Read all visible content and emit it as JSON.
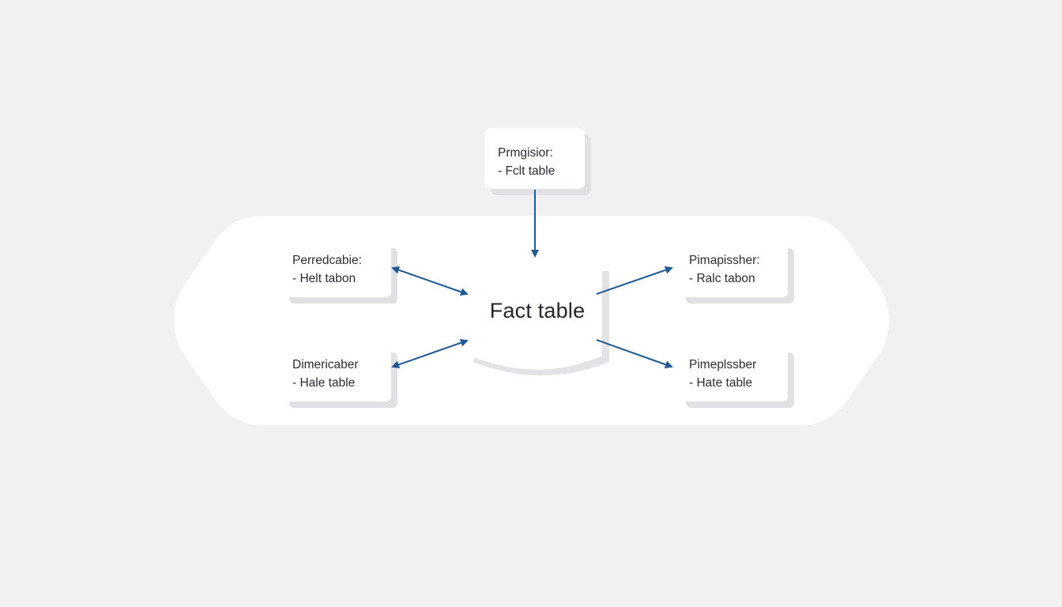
{
  "diagram": {
    "center": {
      "label": "Fact table"
    },
    "nodes": {
      "top": {
        "title": "Prmgisior:",
        "item": "- Fclt table"
      },
      "top_left": {
        "title": "Perredcabie:",
        "item": "- Helt tabon"
      },
      "bottom_left": {
        "title": "Dimericaber",
        "item": "- Hale table"
      },
      "top_right": {
        "title": "Pimapissher:",
        "item": "- Ralc tabon"
      },
      "bottom_right": {
        "title": "Pimeplssber",
        "item": "- Hate table"
      }
    },
    "connections": [
      {
        "from": "top",
        "to": "center",
        "direction": "to-center"
      },
      {
        "from": "top_left",
        "to": "center",
        "direction": "both"
      },
      {
        "from": "bottom_left",
        "to": "center",
        "direction": "both"
      },
      {
        "from": "center",
        "to": "top_right",
        "direction": "to-node"
      },
      {
        "from": "center",
        "to": "bottom_right",
        "direction": "to-node"
      }
    ],
    "colors": {
      "background": "#f1f1f1",
      "panel": "#ffffff",
      "arrow": "#1f5a96",
      "text": "#2a2d33"
    }
  }
}
